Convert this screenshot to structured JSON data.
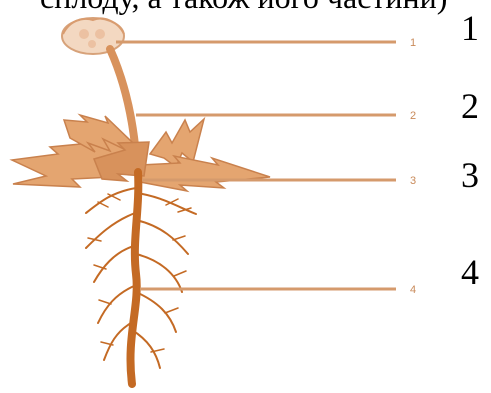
{
  "top_text": "сплоду, а також його частини)",
  "labels": {
    "small": [
      "1",
      "2",
      "3",
      "4"
    ],
    "big": [
      "1",
      "2",
      "3",
      "4"
    ]
  },
  "colors": {
    "line": "#d59a6c",
    "plant": "#d8925c",
    "flower": "#f1d2b8",
    "root": "#c46a24",
    "leaf": "#e6a877"
  }
}
